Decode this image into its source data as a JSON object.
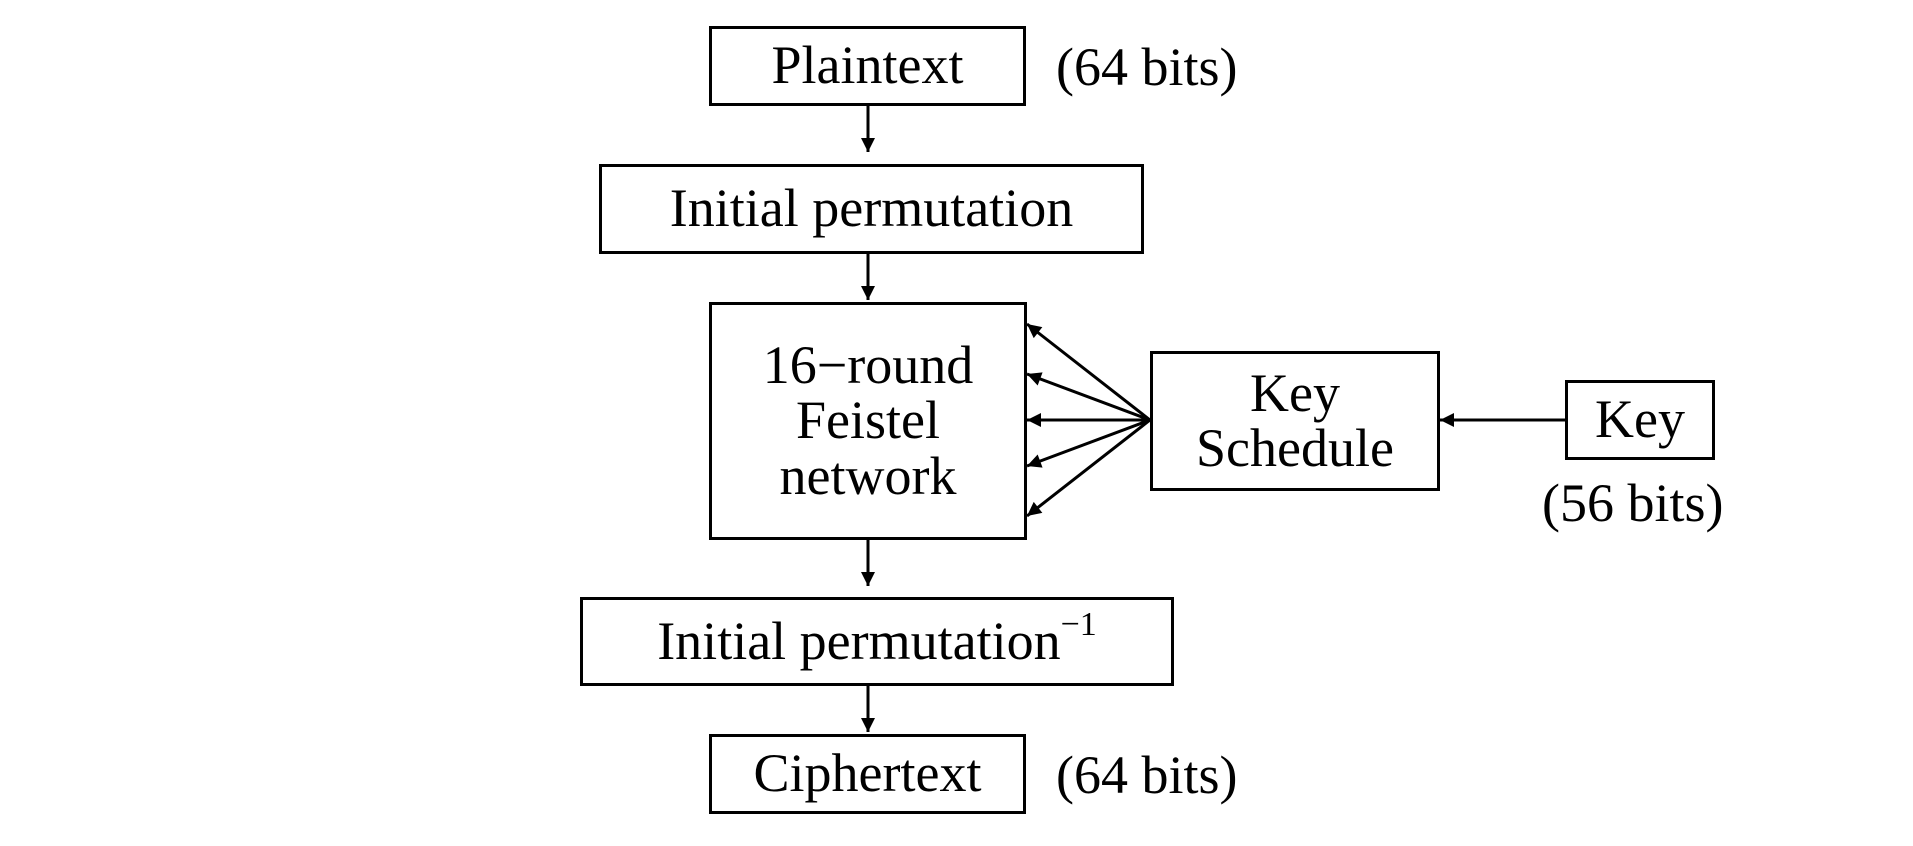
{
  "diagram": {
    "plaintext": {
      "label": "Plaintext",
      "size_note": "(64 bits)"
    },
    "initial_permutation": {
      "label": "Initial permutation"
    },
    "feistel": {
      "lines": [
        "16−round",
        "Feistel",
        "network"
      ]
    },
    "key_schedule": {
      "lines": [
        "Key",
        "Schedule"
      ]
    },
    "key": {
      "label": "Key",
      "size_note": "(56 bits)"
    },
    "inverse_permutation": {
      "label": "Initial permutation",
      "superscript": "−1"
    },
    "ciphertext": {
      "label": "Ciphertext",
      "size_note": "(64 bits)"
    }
  },
  "colors": {
    "stroke": "#000000",
    "background": "#ffffff"
  }
}
